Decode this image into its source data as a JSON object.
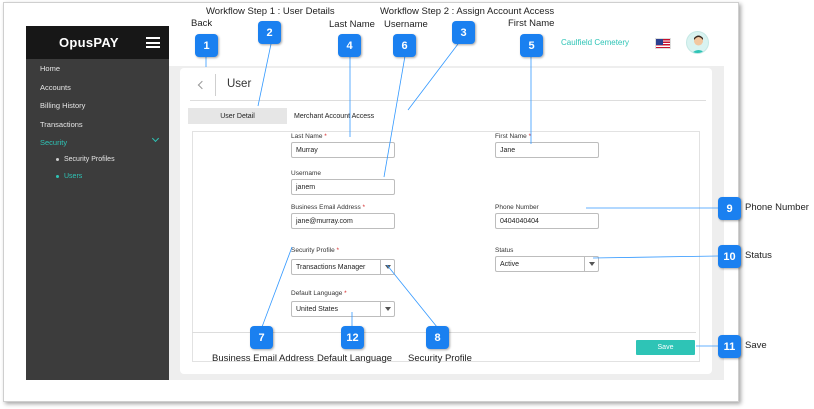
{
  "app": {
    "brand": "OpusPAY",
    "organization": "Caulfield Cemetery",
    "page_title": "User"
  },
  "sidebar": {
    "items": [
      {
        "label": "Home"
      },
      {
        "label": "Accounts"
      },
      {
        "label": "Billing History"
      },
      {
        "label": "Transactions"
      },
      {
        "label": "Security"
      }
    ],
    "security_children": [
      {
        "label": "Security Profiles"
      },
      {
        "label": "Users"
      }
    ]
  },
  "tabs": {
    "user_detail": "User Detail",
    "merchant_access": "Merchant Account Access"
  },
  "form": {
    "last_name": {
      "label": "Last Name",
      "value": "Murray"
    },
    "first_name": {
      "label": "First Name",
      "value": "Jane"
    },
    "username": {
      "label": "Username",
      "value": "janem"
    },
    "email": {
      "label": "Business Email Address",
      "value": "jane@murray.com"
    },
    "phone": {
      "label": "Phone Number",
      "value": "0404040404"
    },
    "security_profile": {
      "label": "Security Profile",
      "value": "Transactions Manager"
    },
    "status": {
      "label": "Status",
      "value": "Active"
    },
    "language": {
      "label": "Default Language",
      "value": "United States"
    },
    "required_mark": "*",
    "save_label": "Save"
  },
  "callouts": [
    {
      "num": "1",
      "label": "Back"
    },
    {
      "num": "2",
      "label": "Workflow Step 1 : User Details"
    },
    {
      "num": "3",
      "label": "Workflow Step 2 : Assign Account Access"
    },
    {
      "num": "4",
      "label": "Last Name"
    },
    {
      "num": "5",
      "label": "First Name"
    },
    {
      "num": "6",
      "label": "Username"
    },
    {
      "num": "7",
      "label": "Business Email Address"
    },
    {
      "num": "8",
      "label": "Security Profile"
    },
    {
      "num": "9",
      "label": "Phone Number"
    },
    {
      "num": "10",
      "label": "Status"
    },
    {
      "num": "11",
      "label": "Save"
    },
    {
      "num": "12",
      "label": "Default Language"
    }
  ],
  "colors": {
    "accent": "#2ec4b6",
    "callout": "#1a80f0",
    "required": "#d62828",
    "sidebar": "#3c3c3c",
    "brand_bar": "#171717"
  }
}
